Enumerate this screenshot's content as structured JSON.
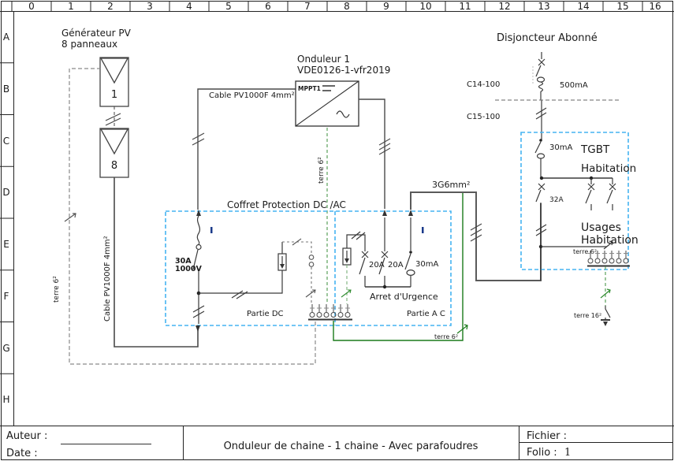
{
  "colors": {
    "red": "#c00000",
    "box_blue": "#45b4f2",
    "blue_text": "#2f55cc",
    "purple": "#7733cc",
    "green": "#1b7a1b",
    "wire": "#3a3a3a"
  },
  "ruler": {
    "columns": [
      "0",
      "1",
      "2",
      "3",
      "4",
      "5",
      "6",
      "7",
      "8",
      "9",
      "10",
      "11",
      "12",
      "13",
      "14",
      "15",
      "16"
    ],
    "rows": [
      "A",
      "B",
      "C",
      "D",
      "E",
      "F",
      "G",
      "H"
    ]
  },
  "pv": {
    "title1": "Générateur PV",
    "title2": "8 panneaux",
    "first_panel": "1",
    "last_panel": "8",
    "cable_vertical": "Cable PV1000F 4mm²",
    "earth_vertical": "terre 6²"
  },
  "inverter": {
    "name": "Onduleur 1",
    "standard": "VDE0126-1-vfr2019",
    "mppt": "MPPT1",
    "dc_cable": "Cable PV1000F 4mm²",
    "earth": "terre 6²"
  },
  "coffret": {
    "title": "Coffret Protection DC /AC",
    "dc_switch_a": "30A",
    "dc_switch_v": "1000V",
    "partie_dc": "Partie DC",
    "partie_ac": "Partie A C",
    "breaker_left": "20A",
    "breaker_right": "20A",
    "differential": "30mA",
    "emergency": "Arret d'Urgence",
    "earth": "terre 6²"
  },
  "ac_cable": {
    "label": "3G6mm²"
  },
  "grid_breaker": {
    "title": "Disjoncteur Abonné",
    "c14": "C14-100",
    "sensitivity": "500mA",
    "c15": "C15-100"
  },
  "tgbt": {
    "name": "TGBT",
    "name2": "Habitation",
    "differential": "30mA",
    "breaker": "32A",
    "usages1": "Usages",
    "usages2": "Habitation",
    "earth6": "terre 6²",
    "earth16": "terre 16²"
  },
  "title_block": {
    "author_label": "Auteur :",
    "date_label": "Date :",
    "title": "Onduleur de chaine - 1 chaine - Avec parafoudres",
    "file_label": "Fichier :",
    "folio_label": "Folio :",
    "folio_value": "1"
  }
}
